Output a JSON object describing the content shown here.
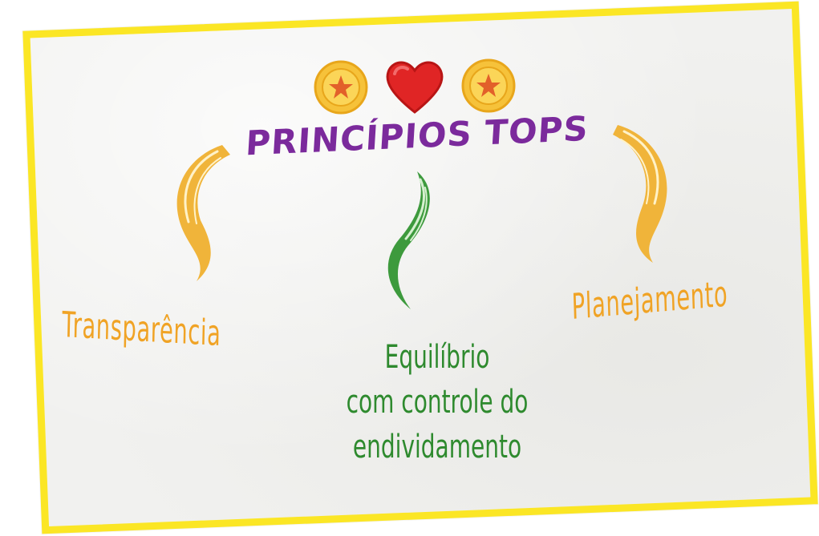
{
  "title": "PRINCÍPIOS TOPS",
  "icons": [
    "star-coin-icon",
    "heart-icon",
    "star-coin-icon"
  ],
  "principles": {
    "left": "Transparência",
    "right": "Planejamento",
    "center_lines": [
      "Equilíbrio",
      "com controle do",
      "endividamento"
    ]
  },
  "colors": {
    "frame": "#fbe625",
    "background": "#f1f1ef",
    "title": "#7b2a9c",
    "orange": "#f0a325",
    "green": "#2e8a2e",
    "heart": "#e02525",
    "coin": "#f6c23a"
  }
}
